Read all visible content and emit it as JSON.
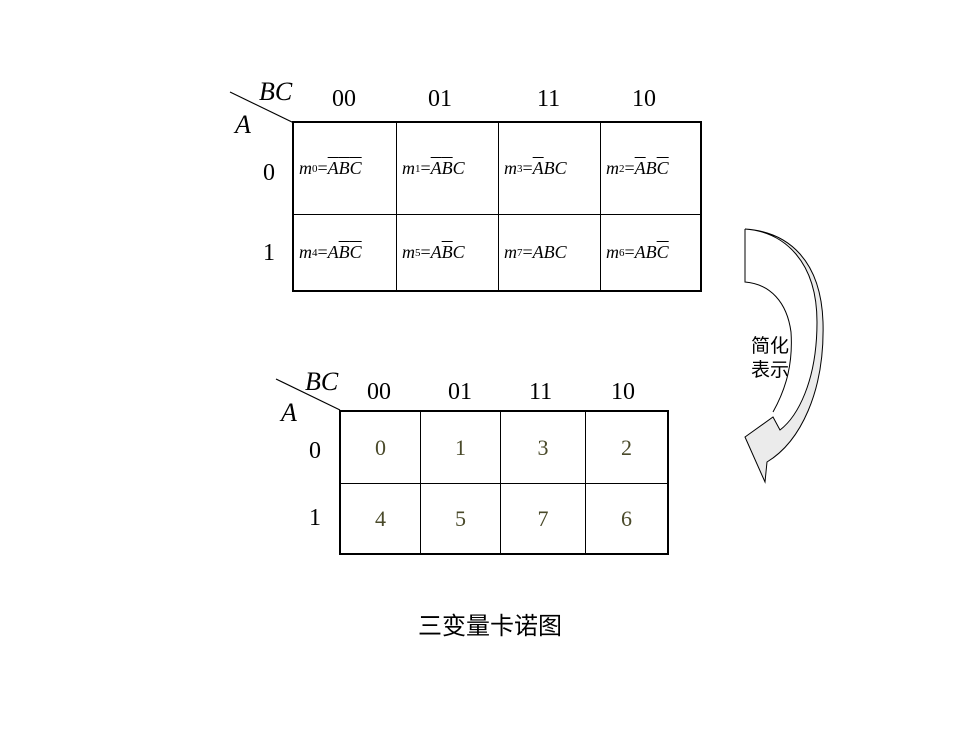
{
  "top_map": {
    "corner_col_var": "BC",
    "corner_row_var": "A",
    "col_headers": [
      "00",
      "01",
      "11",
      "10"
    ],
    "row_headers": [
      "0",
      "1"
    ],
    "cells": [
      [
        {
          "m": "m",
          "i": "0",
          "eq": "=",
          "parts": [
            {
              "t": "A",
              "bar": true
            },
            {
              "t": "B",
              "bar": true
            },
            {
              "t": "C",
              "bar": true
            }
          ]
        },
        {
          "m": "m",
          "i": "1",
          "eq": "=",
          "parts": [
            {
              "t": "A",
              "bar": true
            },
            {
              "t": "B",
              "bar": true
            },
            {
              "t": "C",
              "bar": false
            }
          ]
        },
        {
          "m": "m",
          "i": "3",
          "eq": "=",
          "parts": [
            {
              "t": "A",
              "bar": true
            },
            {
              "t": "B",
              "bar": false
            },
            {
              "t": "C",
              "bar": false
            }
          ]
        },
        {
          "m": "m",
          "i": "2",
          "eq": "=",
          "parts": [
            {
              "t": "A",
              "bar": true
            },
            {
              "t": "B",
              "bar": false
            },
            {
              "t": "C",
              "bar": true
            }
          ]
        }
      ],
      [
        {
          "m": "m",
          "i": "4",
          "eq": "=",
          "parts": [
            {
              "t": "A",
              "bar": false
            },
            {
              "t": "B",
              "bar": true
            },
            {
              "t": "C",
              "bar": true
            }
          ]
        },
        {
          "m": "m",
          "i": "5",
          "eq": "=",
          "parts": [
            {
              "t": "A",
              "bar": false
            },
            {
              "t": "B",
              "bar": true
            },
            {
              "t": "C",
              "bar": false
            }
          ]
        },
        {
          "m": "m",
          "i": "7",
          "eq": "=",
          "parts": [
            {
              "t": "A",
              "bar": false
            },
            {
              "t": "B",
              "bar": false
            },
            {
              "t": "C",
              "bar": false
            }
          ]
        },
        {
          "m": "m",
          "i": "6",
          "eq": "=",
          "parts": [
            {
              "t": "A",
              "bar": false
            },
            {
              "t": "B",
              "bar": false
            },
            {
              "t": "C",
              "bar": true
            }
          ]
        }
      ]
    ]
  },
  "bottom_map": {
    "corner_col_var": "BC",
    "corner_row_var": "A",
    "col_headers": [
      "00",
      "01",
      "11",
      "10"
    ],
    "row_headers": [
      "0",
      "1"
    ],
    "cells": [
      [
        "0",
        "1",
        "3",
        "2"
      ],
      [
        "4",
        "5",
        "7",
        "6"
      ]
    ]
  },
  "arrow": {
    "line1": "简化",
    "line2": "表示",
    "fill": "#ebebeb"
  },
  "caption": "三变量卡诺图"
}
